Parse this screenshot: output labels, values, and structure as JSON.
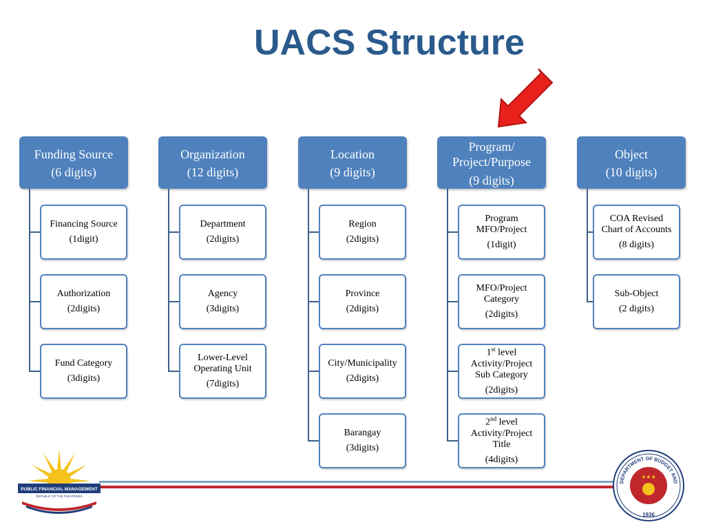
{
  "title": "UACS Structure",
  "columns": [
    {
      "header": [
        "Funding Source",
        "(6 digits)"
      ],
      "children": [
        {
          "lines": [
            "Financing Source"
          ],
          "digits": "(1digit)"
        },
        {
          "lines": [
            "Authorization"
          ],
          "digits": "(2digits)"
        },
        {
          "lines": [
            "Fund Category"
          ],
          "digits": "(3digits)"
        }
      ]
    },
    {
      "header": [
        "Organization",
        "(12 digits)"
      ],
      "children": [
        {
          "lines": [
            "Department"
          ],
          "digits": "(2digits)"
        },
        {
          "lines": [
            "Agency"
          ],
          "digits": "(3digits)"
        },
        {
          "lines": [
            "Lower-Level",
            "Operating Unit"
          ],
          "digits": "(7digits)"
        }
      ]
    },
    {
      "header": [
        "Location",
        "(9 digits)"
      ],
      "children": [
        {
          "lines": [
            "Region"
          ],
          "digits": "(2digits)"
        },
        {
          "lines": [
            "Province"
          ],
          "digits": "(2digits)"
        },
        {
          "lines": [
            "City/Municipality"
          ],
          "digits": "(2digits)"
        },
        {
          "lines": [
            "Barangay"
          ],
          "digits": "(3digits)"
        }
      ]
    },
    {
      "header": [
        "Program/",
        "Project/Purpose",
        "(9 digits)"
      ],
      "children": [
        {
          "lines": [
            "Program",
            "MFO/Project"
          ],
          "digits": "(1digit)"
        },
        {
          "lines": [
            "MFO/Project",
            "Category"
          ],
          "digits": "(2digits)"
        },
        {
          "ordinal": "1",
          "suffix": "st",
          "rest": " level",
          "lines": [
            "Activity/Project",
            "Sub Category"
          ],
          "digits": "(2digits)"
        },
        {
          "ordinal": "2",
          "suffix": "nd",
          "rest": " level",
          "lines": [
            "Activity/Project",
            "Title"
          ],
          "digits": "(4digits)"
        }
      ]
    },
    {
      "header": [
        "Object",
        "(10 digits)"
      ],
      "children": [
        {
          "lines": [
            "COA Revised",
            "Chart of Accounts"
          ],
          "digits": "(8 digits)"
        },
        {
          "lines": [
            "Sub-Object"
          ],
          "digits": "(2 digits)"
        }
      ]
    }
  ],
  "logos": {
    "pfm_text": "PUBLIC FINANCIAL MANAGEMENT",
    "pfm_subtext": "REPUBLIC OF THE PHILIPPINES",
    "dbm_text": "DEPARTMENT OF BUDGET AND MANAGEMENT",
    "dbm_year": "1936"
  },
  "colors": {
    "header_fill": "#4f81bd",
    "title": "#2a5a8c",
    "arrow": "#e8211d",
    "footer_red": "#c0272d",
    "footer_blue": "#7f9fc6"
  }
}
